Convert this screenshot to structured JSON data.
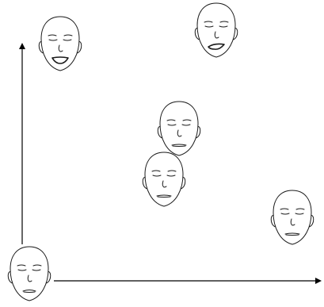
{
  "diagram": {
    "faces": [
      {
        "id": "origin",
        "expression": "neutral-slight-frown"
      },
      {
        "id": "top-left",
        "expression": "open-smile-bold"
      },
      {
        "id": "top-right",
        "expression": "smirk-bold"
      },
      {
        "id": "center-upper",
        "expression": "neutral-flat"
      },
      {
        "id": "center-lower",
        "expression": "neutral-flat"
      },
      {
        "id": "right",
        "expression": "neutral-flat"
      }
    ],
    "axes": [
      {
        "id": "vertical-axis",
        "arrow": "up"
      },
      {
        "id": "horizontal-axis",
        "arrow": "right"
      }
    ],
    "colors": {
      "ink": "#1a1a1a",
      "background": "#ffffff"
    }
  }
}
